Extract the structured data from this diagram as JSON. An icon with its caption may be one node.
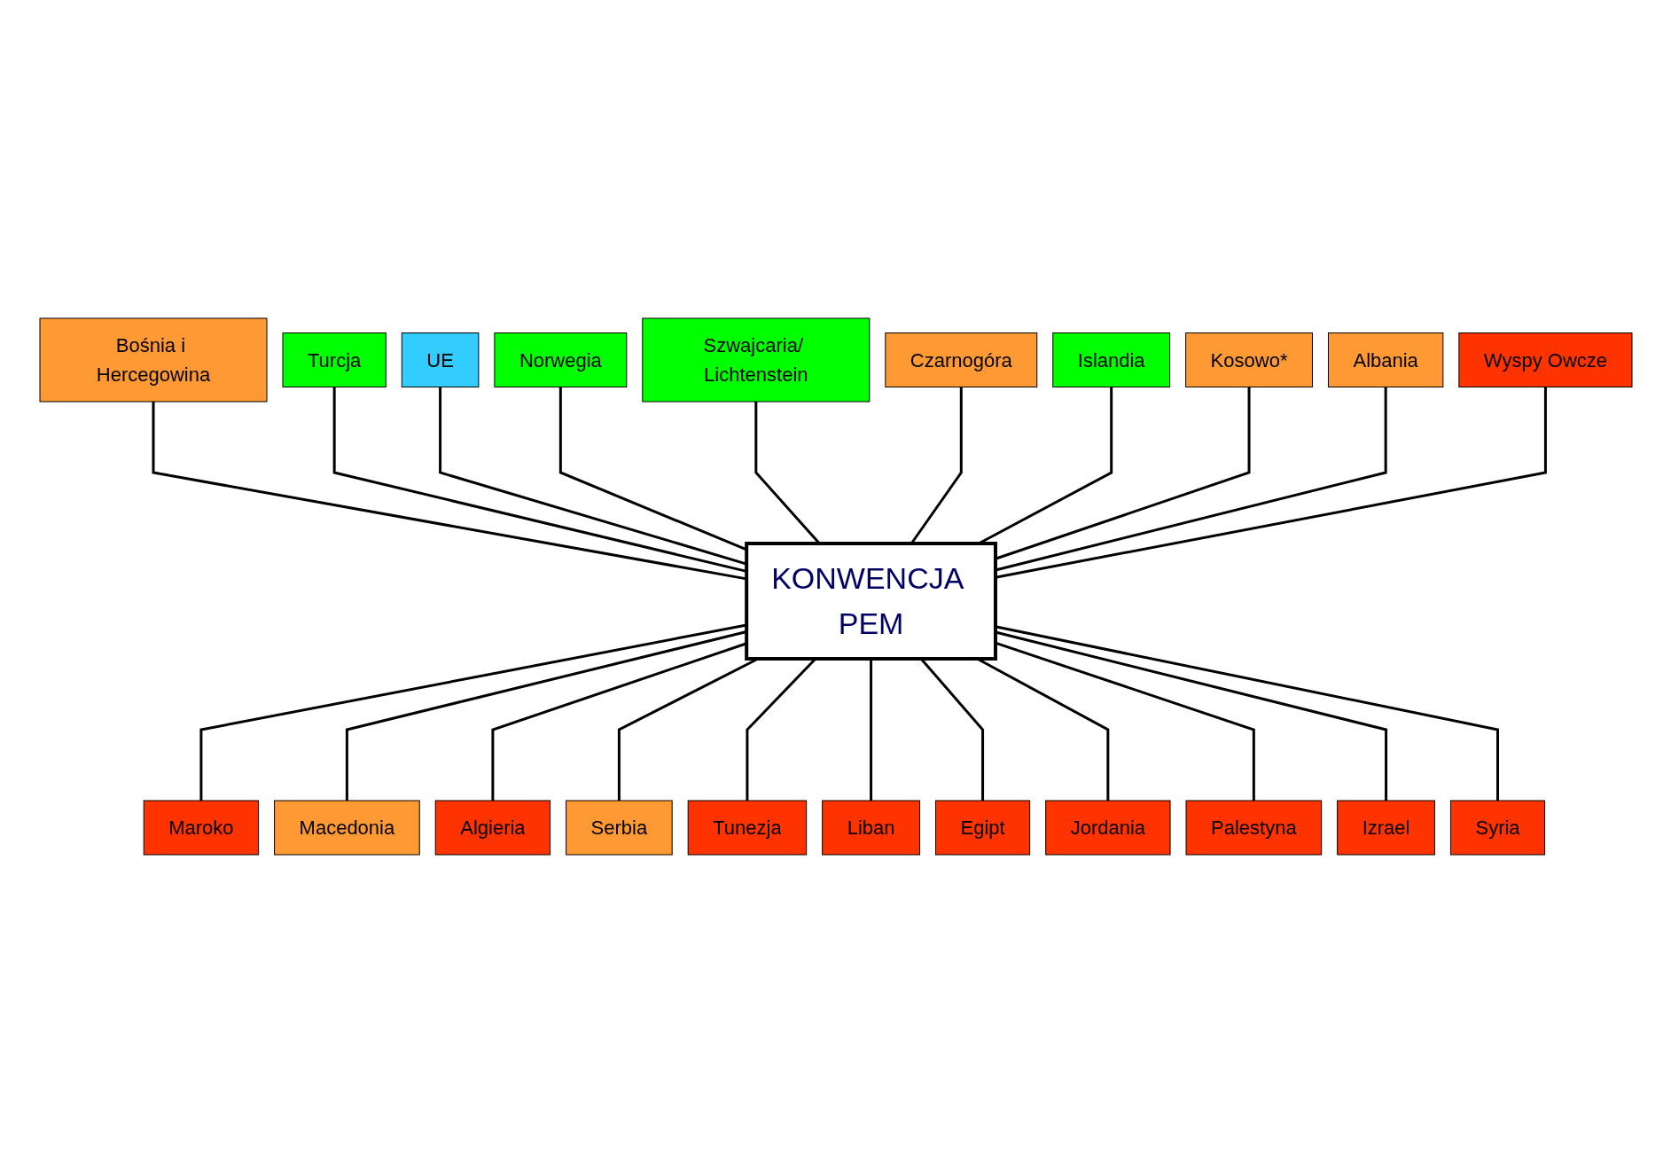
{
  "diagram": {
    "nodes": [
      {
        "text": [
          "KONWENCJA PEM"
        ]
      },
      {
        "text": [
          "Bośnia i Hercegowina"
        ]
      },
      {
        "text": [
          "Turcja"
        ]
      },
      {
        "text": [
          "UE"
        ]
      },
      {
        "text": [
          "Norwegia"
        ]
      },
      {
        "text": [
          "Szwajcaria/ Lichtenstein"
        ]
      },
      {
        "text": [
          "Czarnogóra"
        ]
      },
      {
        "text": [
          "Islandia"
        ]
      },
      {
        "text": [
          "Kosowo*"
        ]
      },
      {
        "text": [
          "Albania"
        ]
      },
      {
        "text": [
          "Wyspy Owcze"
        ]
      },
      {
        "text": [
          "Maroko"
        ]
      },
      {
        "text": [
          "Macedonia"
        ]
      },
      {
        "text": [
          "Algieria"
        ]
      },
      {
        "text": [
          "Serbia"
        ]
      },
      {
        "text": [
          "Tunezja"
        ]
      },
      {
        "text": [
          "Liban"
        ]
      },
      {
        "text": [
          "Egipt"
        ]
      },
      {
        "text": [
          "Jordania"
        ]
      },
      {
        "text": [
          "Palestyna"
        ]
      },
      {
        "text": [
          "Izrael"
        ]
      },
      {
        "text": [
          "Syria"
        ]
      }
    ],
    "edges": [
      {
        "from": 1,
        "to": 0,
        "arrow": "none"
      },
      {
        "from": 2,
        "to": 0,
        "arrow": "none"
      },
      {
        "from": 3,
        "to": 0,
        "arrow": "none"
      },
      {
        "from": 4,
        "to": 0,
        "arrow": "none"
      },
      {
        "from": 5,
        "to": 0,
        "arrow": "none"
      },
      {
        "from": 6,
        "to": 0,
        "arrow": "none"
      },
      {
        "from": 7,
        "to": 0,
        "arrow": "none"
      },
      {
        "from": 8,
        "to": 0,
        "arrow": "none"
      },
      {
        "from": 9,
        "to": 0,
        "arrow": "none"
      },
      {
        "from": 10,
        "to": 0,
        "arrow": "none"
      },
      {
        "from": 0,
        "to": 11,
        "arrow": "none"
      },
      {
        "from": 0,
        "to": 12,
        "arrow": "none"
      },
      {
        "from": 0,
        "to": 13,
        "arrow": "none"
      },
      {
        "from": 0,
        "to": 14,
        "arrow": "none"
      },
      {
        "from": 0,
        "to": 15,
        "arrow": "none"
      },
      {
        "from": 0,
        "to": 16,
        "arrow": "none"
      },
      {
        "from": 0,
        "to": 17,
        "arrow": "none"
      },
      {
        "from": 0,
        "to": 18,
        "arrow": "none"
      },
      {
        "from": 0,
        "to": 19,
        "arrow": "none"
      },
      {
        "from": 0,
        "to": 20,
        "arrow": "none"
      },
      {
        "from": 0,
        "to": 21,
        "arrow": "none"
      }
    ]
  }
}
